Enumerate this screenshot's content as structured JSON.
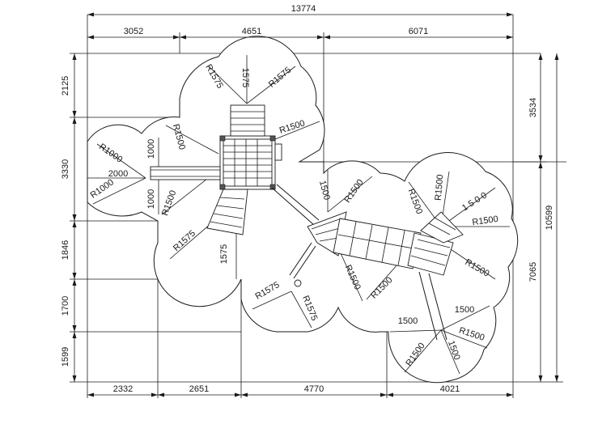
{
  "top_dimensions": {
    "total": "13774",
    "seg1": "3052",
    "seg2": "4651",
    "seg3": "6071"
  },
  "bottom_dimensions": {
    "seg1": "2332",
    "seg2": "2651",
    "seg3": "4770",
    "seg4": "4021"
  },
  "left_dimensions": {
    "seg1": "2125",
    "seg2": "3330",
    "seg3": "1846",
    "seg4": "1700",
    "seg5": "1599"
  },
  "right_dimensions": {
    "upper": "3534",
    "lower": "7065",
    "total": "10599"
  },
  "radius_labels": {
    "tower_top_left": "R1575",
    "tower_top_right": "R1575",
    "tower_top_vertical": "1575",
    "tower_right": "R1500",
    "tower_left_upper": "R1500",
    "tower_left_lower": "R1500",
    "slide_upper": "R1000",
    "slide_lower": "R1000",
    "slide_length": "2000",
    "slide_vert_upper": "1000",
    "slide_vert_lower": "1000",
    "stair_left": "R1575",
    "stair_vertical": "1575",
    "mid_vertical": "1500",
    "mid_r1": "R1500",
    "mid_r2": "R1500",
    "center_r1575_a": "R1575",
    "center_r1575_b": "R1575",
    "bridge_r1500": "R1500",
    "right_r1500_top": "R1500",
    "right_spaced": "1 5 0 0",
    "right_r1500_a": "R1500",
    "right_r1500_b": "R1500",
    "right_r1500_c": "R1500",
    "right_1500_a": "1500",
    "right_1500_b": "1500",
    "right_r1500_d": "R1500",
    "right_r1500_e": "R1500",
    "right_1500_c": "1500"
  }
}
